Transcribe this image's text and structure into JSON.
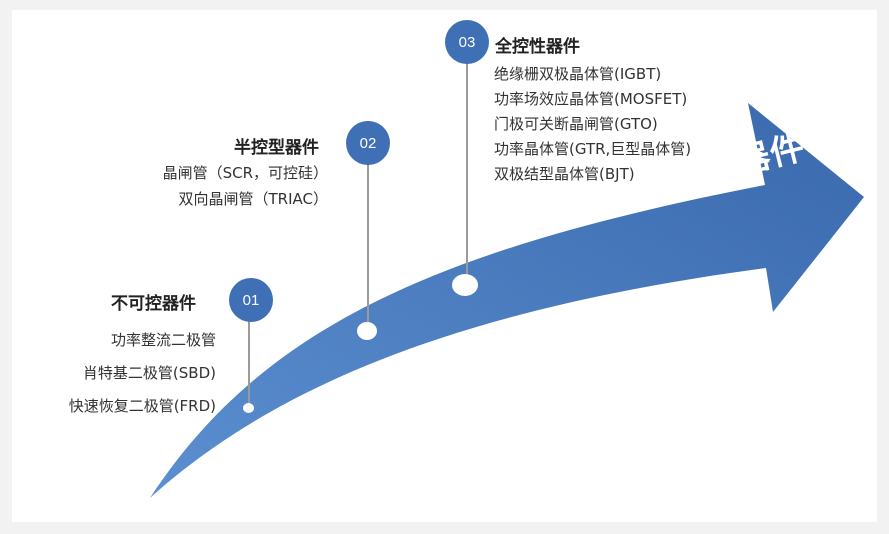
{
  "arrow_label": "半导体功率器件",
  "colors": {
    "arrow": "#3f6fb5",
    "badge": "#3f6fb5",
    "line": "#9a9a9a"
  },
  "stages": [
    {
      "number": "01",
      "title": "不可控器件",
      "items": [
        "功率整流二极管",
        "肖特基二极管(SBD)",
        "快速恢复二极管(FRD)"
      ]
    },
    {
      "number": "02",
      "title": "半控型器件",
      "items": [
        "晶闸管（SCR，可控硅）",
        "双向晶闸管（TRIAC）"
      ]
    },
    {
      "number": "03",
      "title": "全控性器件",
      "items": [
        "绝缘栅双极晶体管(IGBT)",
        "功率场效应晶体管(MOSFET)",
        "门极可关断晶闸管(GTO)",
        "功率晶体管(GTR,巨型晶体管)",
        "双极结型晶体管(BJT)"
      ]
    }
  ]
}
